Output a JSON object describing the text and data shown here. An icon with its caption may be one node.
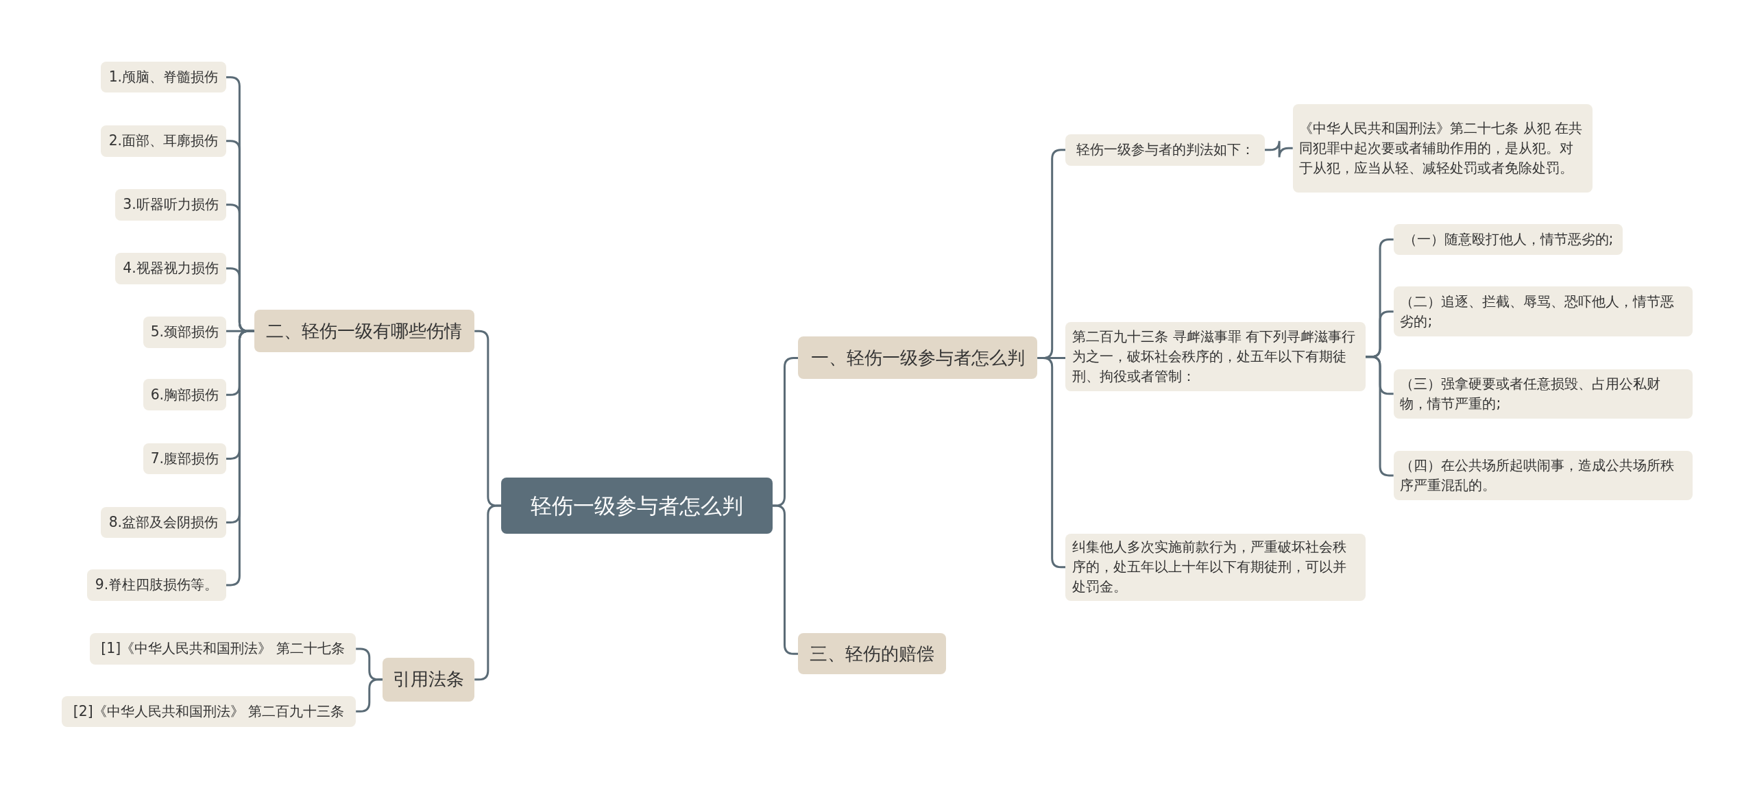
{
  "diagram": {
    "nodes": [
      {
        "text": [
          "轻伤一级参与者怎么判"
        ]
      },
      {
        "text": [
          "一、轻伤一级参与者怎么判"
        ]
      },
      {
        "text": [
          "轻伤一级参与者的判法如下："
        ]
      },
      {
        "text": [
          "《中华人民共和国刑法》第二十七条 从犯 在共同犯罪中起次要或者辅助作用的，是从犯。对于从犯，应当从轻、减轻处罚或者免除处罚。"
        ]
      },
      {
        "text": [
          "第二百九十三条 寻衅滋事罪 有下列寻衅滋事行为之一，破坏社会秩序的，处五年以下有期徒刑、拘役或者管制："
        ]
      },
      {
        "text": [
          "（一）随意殴打他人，情节恶劣的;"
        ]
      },
      {
        "text": [
          "（二）追逐、拦截、辱骂、恐吓他人，情节恶劣的;"
        ]
      },
      {
        "text": [
          "（三）强拿硬要或者任意损毁、占用公私财物，情节严重的;"
        ]
      },
      {
        "text": [
          "（四）在公共场所起哄闹事，造成公共场所秩序严重混乱的。"
        ]
      },
      {
        "text": [
          "纠集他人多次实施前款行为，严重破坏社会秩序的，处五年以上十年以下有期徒刑，可以并处罚金。"
        ]
      },
      {
        "text": [
          "三、轻伤的赔偿"
        ]
      },
      {
        "text": [
          "二、轻伤一级有哪些伤情"
        ]
      },
      {
        "text": [
          "1.颅脑、脊髓损伤"
        ]
      },
      {
        "text": [
          "2.面部、耳廓损伤"
        ]
      },
      {
        "text": [
          "3.听器听力损伤"
        ]
      },
      {
        "text": [
          "4.视器视力损伤"
        ]
      },
      {
        "text": [
          "5.颈部损伤"
        ]
      },
      {
        "text": [
          "6.胸部损伤"
        ]
      },
      {
        "text": [
          "7.腹部损伤"
        ]
      },
      {
        "text": [
          "8.盆部及会阴损伤"
        ]
      },
      {
        "text": [
          "9.脊柱四肢损伤等。"
        ]
      },
      {
        "text": [
          "引用法条"
        ]
      },
      {
        "text": [
          "[1]《中华人民共和国刑法》 第二十七条"
        ]
      },
      {
        "text": [
          "[2]《中华人民共和国刑法》 第二百九十三条"
        ]
      }
    ],
    "edges": [
      {
        "from": 0,
        "to": 1,
        "arrow": "none"
      },
      {
        "from": 0,
        "to": 10,
        "arrow": "none"
      },
      {
        "from": 0,
        "to": 11,
        "arrow": "none"
      },
      {
        "from": 0,
        "to": 21,
        "arrow": "none"
      },
      {
        "from": 1,
        "to": 2,
        "arrow": "none"
      },
      {
        "from": 1,
        "to": 4,
        "arrow": "none"
      },
      {
        "from": 1,
        "to": 9,
        "arrow": "none"
      },
      {
        "from": 2,
        "to": 3,
        "arrow": "none"
      },
      {
        "from": 4,
        "to": 5,
        "arrow": "none"
      },
      {
        "from": 4,
        "to": 6,
        "arrow": "none"
      },
      {
        "from": 4,
        "to": 7,
        "arrow": "none"
      },
      {
        "from": 4,
        "to": 8,
        "arrow": "none"
      },
      {
        "from": 11,
        "to": 12,
        "arrow": "none"
      },
      {
        "from": 11,
        "to": 13,
        "arrow": "none"
      },
      {
        "from": 11,
        "to": 14,
        "arrow": "none"
      },
      {
        "from": 11,
        "to": 15,
        "arrow": "none"
      },
      {
        "from": 11,
        "to": 16,
        "arrow": "none"
      },
      {
        "from": 11,
        "to": 17,
        "arrow": "none"
      },
      {
        "from": 11,
        "to": 18,
        "arrow": "none"
      },
      {
        "from": 11,
        "to": 19,
        "arrow": "none"
      },
      {
        "from": 11,
        "to": 20,
        "arrow": "none"
      },
      {
        "from": 21,
        "to": 22,
        "arrow": "none"
      },
      {
        "from": 21,
        "to": 23,
        "arrow": "none"
      }
    ]
  }
}
